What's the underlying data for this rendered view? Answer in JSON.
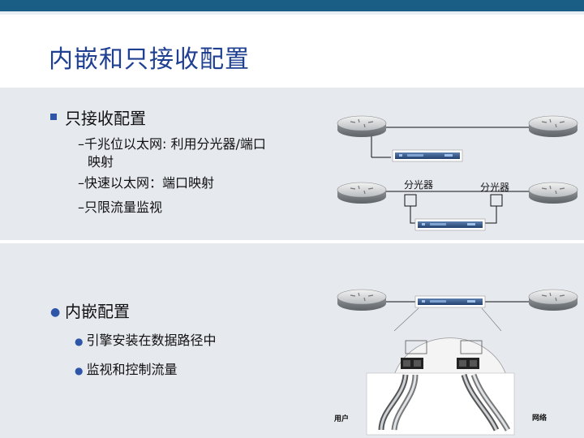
{
  "title": "内嵌和只接收配置",
  "receive_only": {
    "heading": "只接收配置",
    "items": [
      "–千兆位以太网: 利用分光器/端口",
      "映射",
      "–快速以太网：端口映射",
      "–只限流量监视"
    ]
  },
  "inline": {
    "heading": "内嵌配置",
    "items": [
      "引擎安装在数据路径中",
      "监视和控制流量"
    ]
  },
  "diagram_labels": {
    "splitter_left": "分光器",
    "splitter_right": "分光器",
    "user": "用户",
    "network": "网络"
  },
  "colors": {
    "title": "#1f3f92",
    "top_bar": "#1a5e86",
    "panel": "#e6e9ee",
    "bullet": "#2d56a8"
  }
}
